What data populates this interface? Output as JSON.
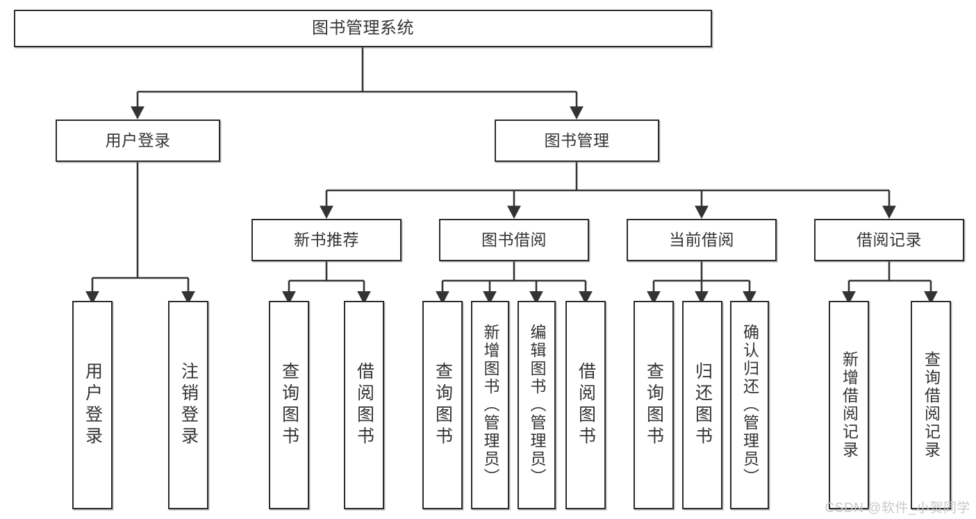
{
  "diagram": {
    "title": "图书管理系统",
    "type": "tree-hierarchy-functional-structure",
    "colors": {
      "background": "#ffffff",
      "box_border": "#2b2b2b",
      "box_fill": "#ffffff",
      "text": "#333333",
      "connector": "#333333",
      "watermark": "#c9c9c9"
    },
    "watermark": "CSDN @软件_小贺同学"
  },
  "nodes": {
    "root": {
      "label": "图书管理系统"
    },
    "level2": [
      {
        "label": "用户登录"
      },
      {
        "label": "图书管理"
      }
    ],
    "level3": [
      {
        "label": "新书推荐"
      },
      {
        "label": "图书借阅"
      },
      {
        "label": "当前借阅"
      },
      {
        "label": "借阅记录"
      }
    ],
    "leaves": {
      "user_login": [
        {
          "label": "用户登录"
        },
        {
          "label": "注销登录"
        }
      ],
      "new_book_recommend": [
        {
          "label": "查询图书"
        },
        {
          "label": "借阅图书"
        }
      ],
      "book_borrow": [
        {
          "label": "查询图书"
        },
        {
          "label": "新增图书（管理员）"
        },
        {
          "label": "编辑图书（管理员）"
        },
        {
          "label": "借阅图书"
        }
      ],
      "current_borrow": [
        {
          "label": "查询图书"
        },
        {
          "label": "归还图书"
        },
        {
          "label": "确认归还（管理员）"
        }
      ],
      "borrow_record": [
        {
          "label": "新增借阅记录"
        },
        {
          "label": "查询借阅记录"
        }
      ]
    }
  }
}
